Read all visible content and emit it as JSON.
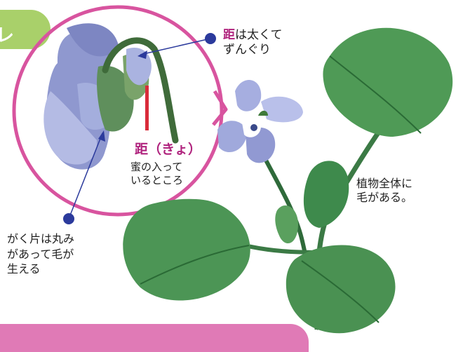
{
  "tab": {
    "glyph": "レ"
  },
  "labels": {
    "spur_accent": "距",
    "spur_rest_line1": "は太くて",
    "spur_line2": "ずんぐり",
    "kyo_title": "距（きょ）",
    "nectar_line1": "蜜の入って",
    "nectar_line2": "いるところ",
    "hairs_line1": "植物全体に",
    "hairs_line2": "毛がある。",
    "sepal_line1": "がく片は丸み",
    "sepal_line2": "があって毛が",
    "sepal_line3": "生える"
  },
  "colors": {
    "circle": "#d8549f",
    "accent_text": "#b0247e",
    "pointer_dot": "#2b3a9c",
    "leaf_dark": "#2f7a45",
    "leaf_light": "#7fbf78",
    "petal": "#9aa3d8",
    "tab": "#a9d06a",
    "band": "#e07ab6"
  }
}
